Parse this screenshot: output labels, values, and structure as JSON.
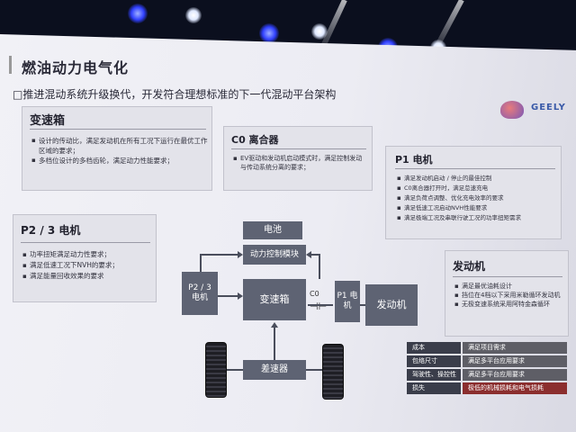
{
  "slide": {
    "title": "燃油动力电气化",
    "subtitle": "推进混动系统升级换代，开发符合理想标准的下一代混动平台架构",
    "logo_text": "GEELY"
  },
  "cards": {
    "gearbox": {
      "title": "变速箱",
      "items": [
        "设计的传动比，满足发动机在所有工况下运行在最优工作区域的要求；",
        "多档位设计的多档齿轮，满足动力性能要求；"
      ]
    },
    "c0": {
      "title": "C0 离合器",
      "items": [
        "EV驱动和发动机启动模式时，满足控制发动与传动系统分离的要求；"
      ]
    },
    "p1": {
      "title": "P1 电机",
      "items": [
        "满足发动机启动 / 停止的最佳控制",
        "C0离合器打开时，满足怠速充电",
        "满足负荷点调整、优化充电效率的要求",
        "满足低速工况启动NVH性能要求",
        "满足极端工况及串联行驶工况的功率扭矩需求"
      ]
    },
    "p23": {
      "title": "P2 / 3 电机",
      "items": [
        "功率扭矩满足动力性要求；",
        "满足低速工况下NVH的要求；",
        "满足能量回收效果的要求"
      ]
    },
    "engine": {
      "title": "发动机",
      "items": [
        "满足最优油耗设计",
        "挡位在4档以下采用米勒循环发动机",
        "无极变速系统采用阿特金森循环"
      ]
    }
  },
  "diagram": {
    "battery": "电池",
    "power_module": "动力控制模块",
    "p23_motor": "P2 / 3 电机",
    "gearbox": "变速箱",
    "c0_label": "C0",
    "p1_motor": "P1 电机",
    "engine": "发动机",
    "differential": "差速器"
  },
  "table": [
    {
      "key": "成本",
      "value": "满足项目需求",
      "highlight": false
    },
    {
      "key": "包络尺寸",
      "value": "满足多平台应用要求",
      "highlight": false
    },
    {
      "key": "驾驶性、操控性",
      "value": "满足多平台应用要求",
      "highlight": false
    },
    {
      "key": "损失",
      "value": "极低的机械损耗和电气损耗",
      "highlight": true
    }
  ]
}
